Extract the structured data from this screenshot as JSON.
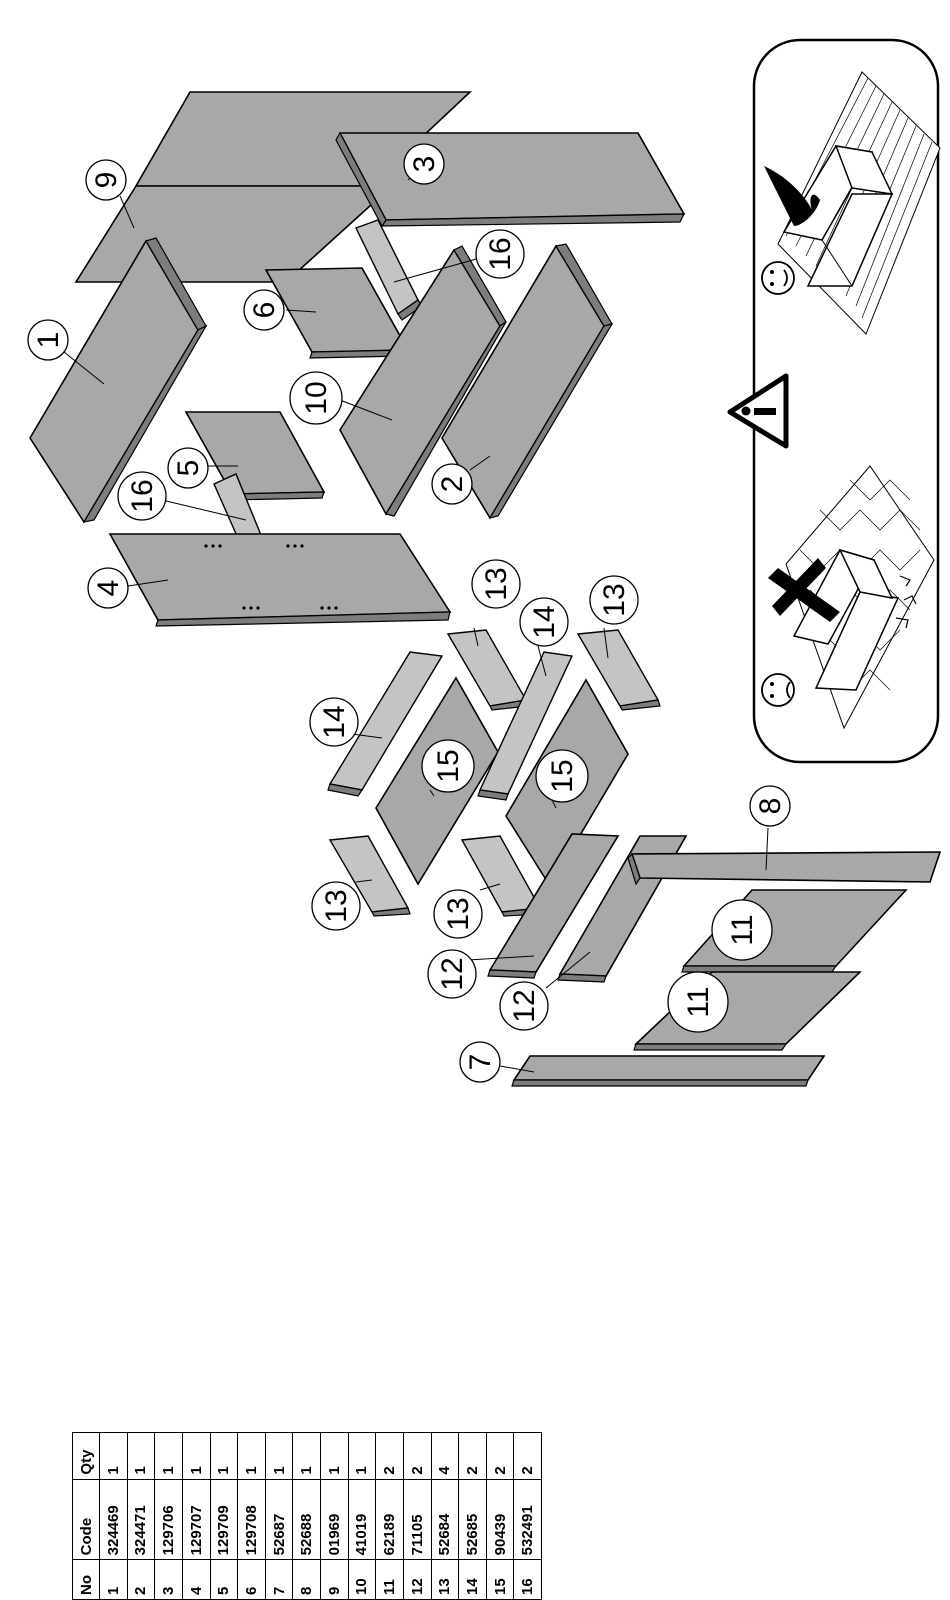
{
  "callouts": {
    "p1": "1",
    "p2": "2",
    "p3": "3",
    "p4": "4",
    "p5": "5",
    "p6": "6",
    "p7": "7",
    "p8": "8",
    "p9": "9",
    "p10": "10",
    "p11a": "11",
    "p11b": "11",
    "p12a": "12",
    "p12b": "12",
    "p13a": "13",
    "p13b": "13",
    "p13c": "13",
    "p13d": "13",
    "p14a": "14",
    "p14b": "14",
    "p15a": "15",
    "p15b": "15",
    "p16a": "16",
    "p16b": "16"
  },
  "warning": {
    "icon": "warning-triangle-icon",
    "correct_icon": "check-mark-icon",
    "wrong_icon": "x-mark-icon",
    "happy_icon": "smiley-face-icon",
    "sad_icon": "sad-face-icon"
  },
  "parts_table": {
    "headers": [
      "No",
      "Code",
      "Qty"
    ],
    "rows": [
      [
        "1",
        "324469",
        "1"
      ],
      [
        "2",
        "324471",
        "1"
      ],
      [
        "3",
        "129706",
        "1"
      ],
      [
        "4",
        "129707",
        "1"
      ],
      [
        "5",
        "129709",
        "1"
      ],
      [
        "6",
        "129708",
        "1"
      ],
      [
        "7",
        "52687",
        "1"
      ],
      [
        "8",
        "52688",
        "1"
      ],
      [
        "9",
        "01969",
        "1"
      ],
      [
        "10",
        "41019",
        "1"
      ],
      [
        "11",
        "62189",
        "2"
      ],
      [
        "12",
        "71105",
        "2"
      ],
      [
        "13",
        "52684",
        "4"
      ],
      [
        "14",
        "52685",
        "2"
      ],
      [
        "15",
        "90439",
        "2"
      ],
      [
        "16",
        "532491",
        "2"
      ]
    ]
  }
}
